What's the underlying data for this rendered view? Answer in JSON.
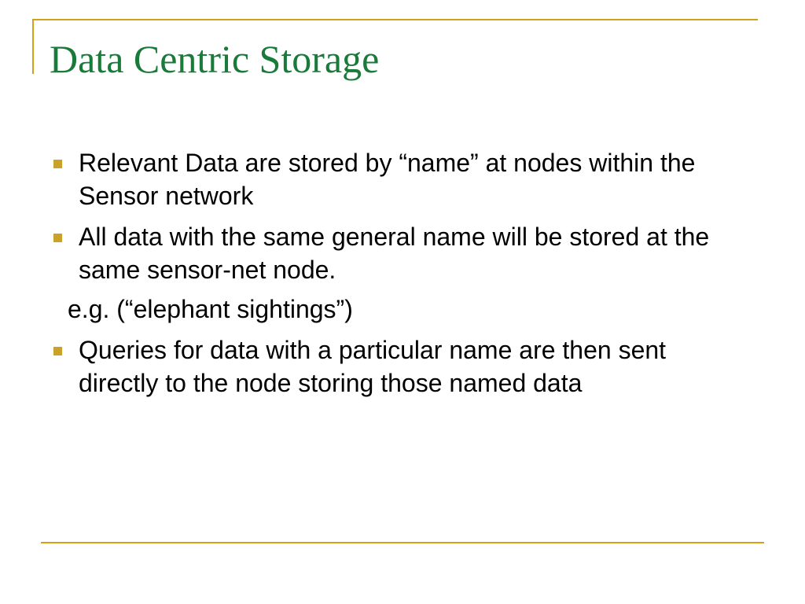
{
  "slide": {
    "title": "Data Centric Storage",
    "bullets": [
      {
        "text": "Relevant Data are stored by “name”  at nodes within the Sensor network"
      },
      {
        "text": "All data with the same general name will be stored at the same sensor-net node."
      },
      {
        "text": " Queries for data with a particular name are then sent directly to the node storing those named data"
      }
    ],
    "example_line": "e.g. (“elephant sightings”)",
    "colors": {
      "title": "#1a7a3a",
      "accent_line": "#d4a017",
      "bullet": "#c9a227",
      "body_text": "#000000"
    }
  }
}
